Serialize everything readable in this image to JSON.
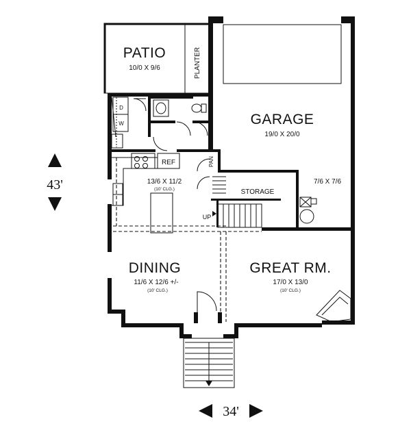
{
  "rooms": {
    "patio": {
      "name": "PATIO",
      "size": "10/0 X 9/6"
    },
    "planter": {
      "name": "PLANTER"
    },
    "garage": {
      "name": "GARAGE",
      "size": "19/0 X 20/0"
    },
    "kitchen": {
      "size": "13/6 X 11/2",
      "ceiling": "(10' CLG.)"
    },
    "storage": {
      "name": "STORAGE"
    },
    "utility": {
      "size": "7/6 X 7/6"
    },
    "dining": {
      "name": "DINING",
      "size": "11/6 X 12/6 +/-",
      "ceiling": "(10' CLG.)"
    },
    "great_room": {
      "name": "GREAT RM.",
      "size": "17/0 X 13/0",
      "ceiling": "(10' CLG.)"
    }
  },
  "fixtures": {
    "washer": "W",
    "dryer": "D",
    "refrigerator": "REF",
    "pantry": "PAN",
    "stairs_up": "UP"
  },
  "dimensions": {
    "depth": "43'",
    "width": "34'"
  }
}
